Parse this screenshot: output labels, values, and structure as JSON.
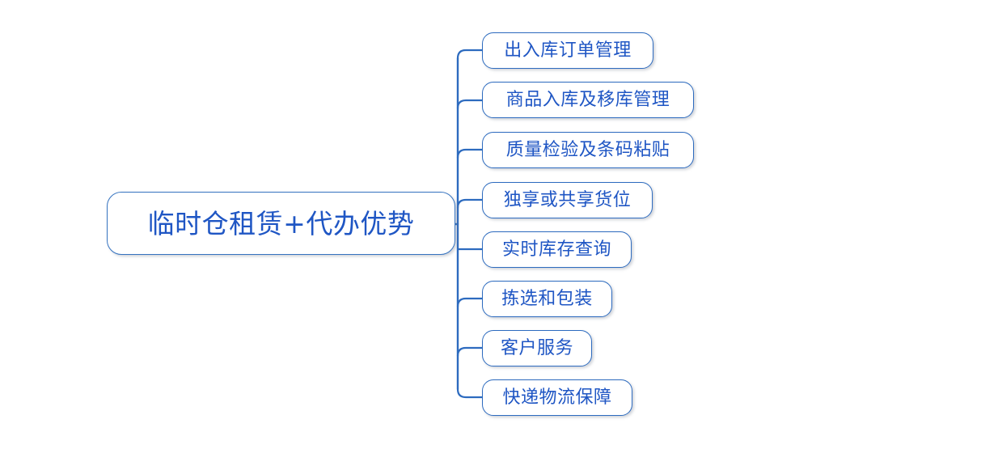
{
  "diagram": {
    "type": "mind-map",
    "orientation": "left-to-right",
    "background_color": "#ffffff",
    "node_border_color": "#2d6bbf",
    "node_text_color": "#1f56c4",
    "connector_color": "#2d6bbf",
    "root": {
      "label": "临时仓租赁+代办优势"
    },
    "children": [
      {
        "label": "出入库订单管理"
      },
      {
        "label": "商品入库及移库管理"
      },
      {
        "label": "质量检验及条码粘贴"
      },
      {
        "label": "独享或共享货位"
      },
      {
        "label": "实时库存查询"
      },
      {
        "label": "拣选和包装"
      },
      {
        "label": "客户服务"
      },
      {
        "label": "快递物流保障"
      }
    ]
  }
}
